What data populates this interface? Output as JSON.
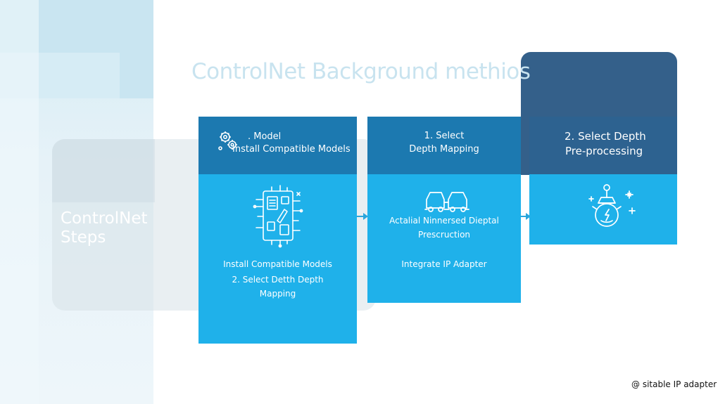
{
  "title": "ControlNet Background methios",
  "steps_label": [
    "ControlNet",
    "Steps"
  ],
  "cards": [
    {
      "header_lines": [
        ". Model",
        "Install Compatible Models"
      ],
      "body_lines": [
        "Install Compatible Models",
        "2. Select Detth Depth",
        "Mapping"
      ],
      "icon": "circuit-board-icon"
    },
    {
      "header_lines": [
        "1. Select",
        "Depth Mapping"
      ],
      "body_lines": [
        "Actalial Ninnersed Dieptal",
        "Prescruction",
        "Integrate IP Adapter"
      ],
      "icon": "linked-cars-icon"
    },
    {
      "header_lines": [
        "2. Select Depth",
        "Pre-processing"
      ],
      "body_lines": [],
      "icon": "robot-orb-icon"
    }
  ],
  "footer": "@ sitable IP adapter",
  "colors": {
    "card_header": "#1c79b0",
    "card_body": "#1fb1ea",
    "title_card": "#34608a",
    "title_text": "#c8e3ef"
  }
}
